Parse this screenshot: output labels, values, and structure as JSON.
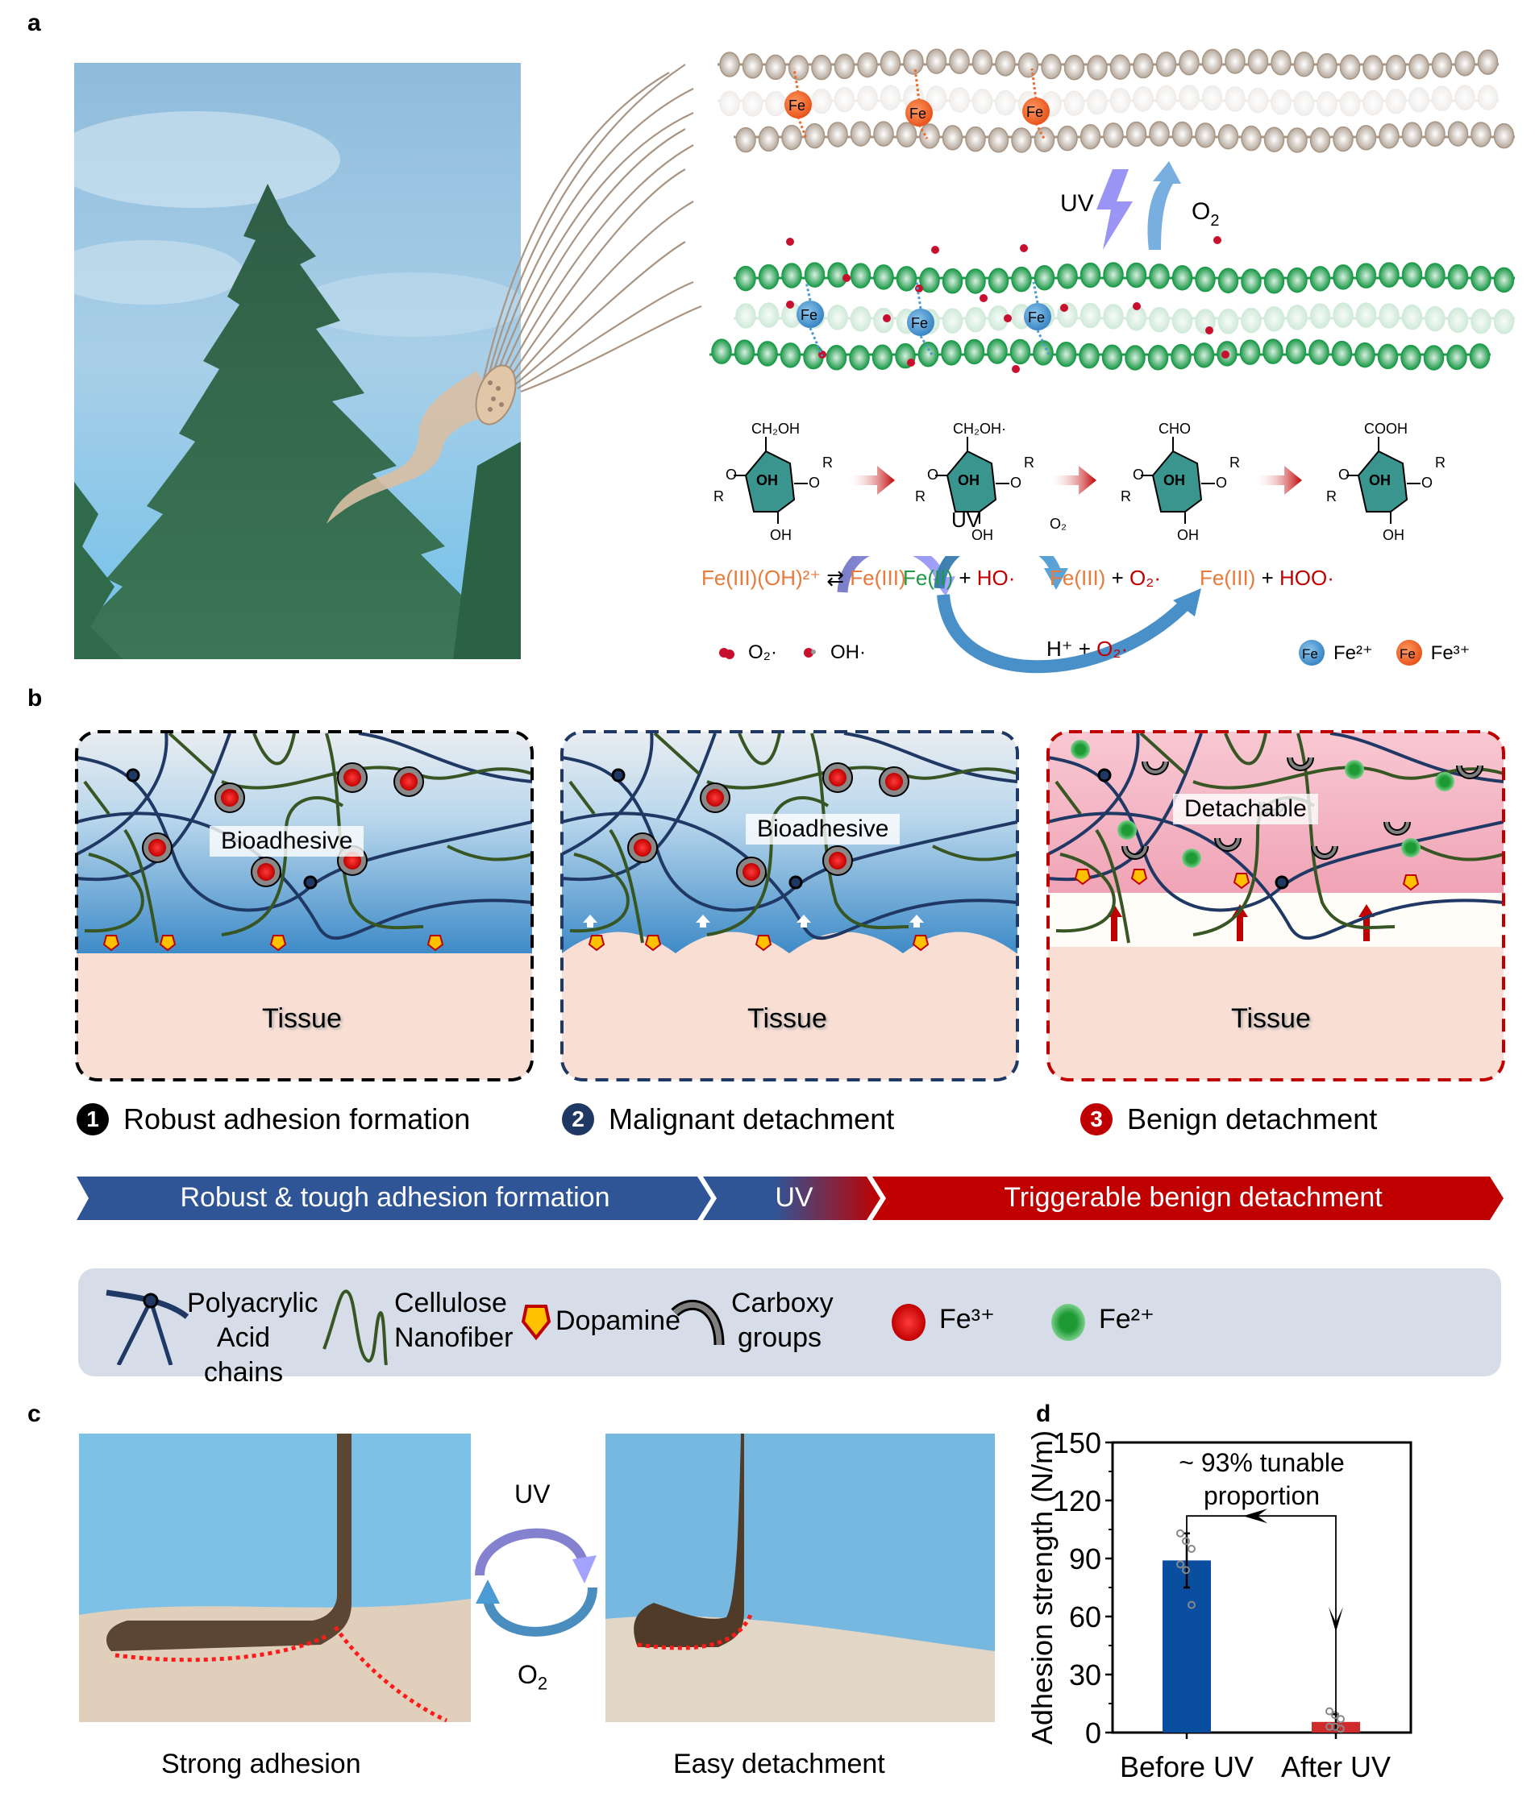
{
  "panels": {
    "a": "a",
    "b": "b",
    "c": "c",
    "d": "d"
  },
  "panel_a": {
    "top_switch": {
      "uv": "UV",
      "o2": "O",
      "o2_sub": "2"
    },
    "fe_label": "Fe",
    "sugars": [
      {
        "top": "CH₂OH",
        "ring": "OH",
        "bottom": "OH",
        "r": "R",
        "o": "O"
      },
      {
        "top": "CH₂OH·",
        "ring": "OH",
        "bottom": "OH",
        "r": "R",
        "o": "O"
      },
      {
        "top": "CHO",
        "ring": "OH",
        "bottom": "OH",
        "r": "R",
        "o": "O"
      },
      {
        "top": "COOH",
        "ring": "OH",
        "bottom": "OH",
        "r": "R",
        "o": "O"
      }
    ],
    "cycle_uv": "UV",
    "cycle_o2": "O₂",
    "reactions": {
      "fe3oh": "Fe(III)(OH)²⁺",
      "eq_arrow": "⇄",
      "fe3": "Fe(III)",
      "fe2": "Fe(II)",
      "plus": "+",
      "ho": "HO·",
      "fe3b": "Fe(III)",
      "o2rad": "O₂·",
      "fe3c": "Fe(III)",
      "hoo": "HOO·",
      "hplus": "H⁺ +",
      "o2rad2": "O₂·"
    },
    "legend": {
      "o2_radical": "O₂·",
      "oh_radical": "OH·",
      "fe2": "Fe²⁺",
      "fe3": "Fe³⁺"
    }
  },
  "panel_b": {
    "boxes": [
      {
        "label": "Bioadhesive",
        "tissue": "Tissue",
        "num": "1",
        "caption": "Robust adhesion formation"
      },
      {
        "label": "Bioadhesive",
        "tissue": "Tissue",
        "num": "2",
        "caption": "Malignant detachment"
      },
      {
        "label": "Detachable",
        "tissue": "Tissue",
        "num": "3",
        "caption": "Benign detachment"
      }
    ],
    "process": [
      "Robust & tough adhesion formation",
      "UV",
      "Triggerable benign detachment"
    ],
    "legend": [
      {
        "line1": "Polyacrylic",
        "line2": "Acid chains"
      },
      {
        "line1": "Cellulose",
        "line2": "Nanofiber"
      },
      {
        "line1": "Dopamine"
      },
      {
        "line1": "Carboxy",
        "line2": "groups"
      },
      {
        "line1": "Fe³⁺"
      },
      {
        "line1": "Fe²⁺"
      }
    ],
    "colors": {
      "blue": "#2f5597",
      "red": "#c00000",
      "fiber": "#375623",
      "chain": "#1f3864"
    }
  },
  "panel_c": {
    "left_caption": "Strong adhesion",
    "right_caption": "Easy detachment",
    "uv": "UV",
    "o2": "O",
    "o2_sub": "2"
  },
  "chart_data": {
    "type": "bar",
    "categories": [
      "Before UV",
      "After UV"
    ],
    "values": [
      89,
      5.5
    ],
    "errors": [
      14,
      4
    ],
    "points": [
      [
        103,
        99,
        95,
        87,
        84,
        66
      ],
      [
        11,
        9,
        7,
        3,
        3,
        2
      ]
    ],
    "colors": [
      "#0a4ea0",
      "#d02b2b"
    ],
    "ylabel": "Adhesion strength (N/m)",
    "xlabel": "",
    "ylim": [
      0,
      150
    ],
    "yticks": [
      0,
      30,
      60,
      90,
      120,
      150
    ],
    "annotation": [
      "~ 93% tunable",
      "proportion"
    ]
  }
}
